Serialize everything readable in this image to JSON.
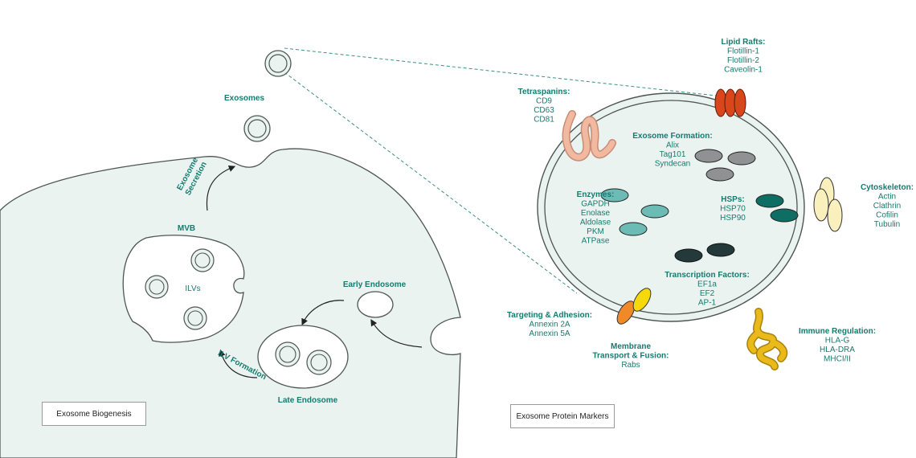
{
  "biogenesis": {
    "box_label": "Exosome Biogenesis",
    "exosomes": "Exosomes",
    "secretion": [
      "Exosome",
      "Secretion"
    ],
    "mvb": "MVB",
    "ilvs": "ILVs",
    "early_endosome": "Early Endosome",
    "late_endosome": "Late Endosome",
    "ilv_formation": "ILV Formation"
  },
  "markers": {
    "box_label": "Exosome Protein Markers",
    "lipid_rafts": {
      "title": "Lipid Rafts:",
      "items": [
        "Flotillin-1",
        "Flotillin-2",
        "Caveolin-1"
      ]
    },
    "tetraspanins": {
      "title": "Tetraspanins:",
      "items": [
        "CD9",
        "CD63",
        "CD81"
      ]
    },
    "exosome_formation": {
      "title": "Exosome Formation:",
      "items": [
        "Alix",
        "Tag101",
        "Syndecan"
      ]
    },
    "cytoskeleton": {
      "title": "Cytoskeleton:",
      "items": [
        "Actin",
        "Clathrin",
        "Cofilin",
        "Tubulin"
      ]
    },
    "enzymes": {
      "title": "Enzymes:",
      "items": [
        "GAPDH",
        "Enolase",
        "Aldolase",
        "PKM",
        "ATPase"
      ]
    },
    "hsps": {
      "title": "HSPs:",
      "items": [
        "HSP70",
        "HSP90"
      ]
    },
    "transcription": {
      "title": "Transcription Factors:",
      "items": [
        "EF1a",
        "EF2",
        "AP-1"
      ]
    },
    "targeting": {
      "title": "Targeting & Adhesion:",
      "items": [
        "Annexin 2A",
        "Annexin 5A"
      ]
    },
    "membrane": {
      "title": [
        "Membrane",
        "Transport & Fusion:"
      ],
      "items": [
        "Rabs"
      ]
    },
    "immune": {
      "title": "Immune Regulation:",
      "items": [
        "HLA-G",
        "HLA-DRA",
        "MHCI/II"
      ]
    }
  },
  "colors": {
    "teal_text": "#177a6e",
    "cell_fill": "#eaf3f0",
    "outline": "#4e5655",
    "lipid_raft": "#d9461b",
    "tetraspanin": "#f2b9a1",
    "exo_formation": "#8f9192",
    "enzyme": "#6cbcb5",
    "hsp": "#0e6e63",
    "transcription": "#23393a",
    "cytoskeleton": "#faf0bd",
    "annexin": "#f08a28",
    "rab": "#f6d90d",
    "immune": "#e9ba1a"
  }
}
